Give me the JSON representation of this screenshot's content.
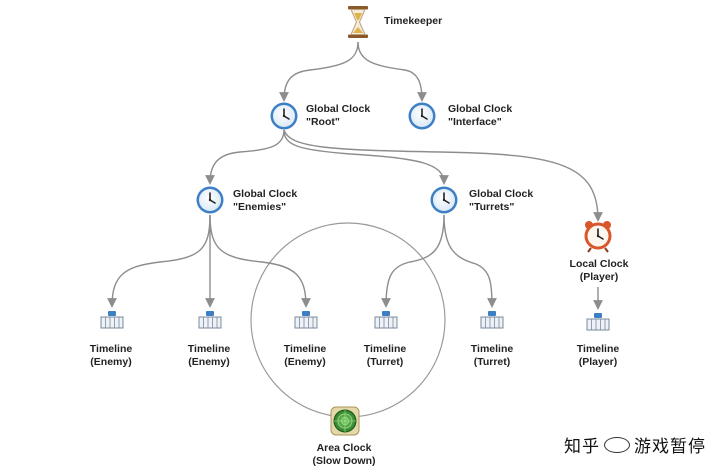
{
  "nodes": {
    "timekeeper": {
      "label": "Timekeeper"
    },
    "clock_root": {
      "label1": "Global Clock",
      "label2": "\"Root\""
    },
    "clock_interface": {
      "label1": "Global Clock",
      "label2": "\"Interface\""
    },
    "clock_enemies": {
      "label1": "Global Clock",
      "label2": "\"Enemies\""
    },
    "clock_turrets": {
      "label1": "Global Clock",
      "label2": "\"Turrets\""
    },
    "clock_player": {
      "label1": "Local Clock",
      "label2": "(Player)"
    },
    "tl_enemy_1": {
      "label1": "Timeline",
      "label2": "(Enemy)"
    },
    "tl_enemy_2": {
      "label1": "Timeline",
      "label2": "(Enemy)"
    },
    "tl_enemy_3": {
      "label1": "Timeline",
      "label2": "(Enemy)"
    },
    "tl_turret_1": {
      "label1": "Timeline",
      "label2": "(Turret)"
    },
    "tl_turret_2": {
      "label1": "Timeline",
      "label2": "(Turret)"
    },
    "tl_player": {
      "label1": "Timeline",
      "label2": "(Player)"
    },
    "area_clock": {
      "label1": "Area Clock",
      "label2": "(Slow Down)"
    }
  },
  "icons": {
    "timekeeper": "hourglass-icon",
    "global_clock": "clock-icon",
    "local_clock": "alarm-clock-icon",
    "timeline": "timeline-icon",
    "area_clock": "radar-icon"
  },
  "colors": {
    "edge": "#8d8d8d",
    "clock_face": "#eef6ff",
    "clock_rim": "#3d7fc4",
    "alarm_rim": "#d9562b",
    "radar": "#2f8a2f"
  },
  "watermark": {
    "text1": "知乎",
    "text2": "游戏暂停"
  }
}
